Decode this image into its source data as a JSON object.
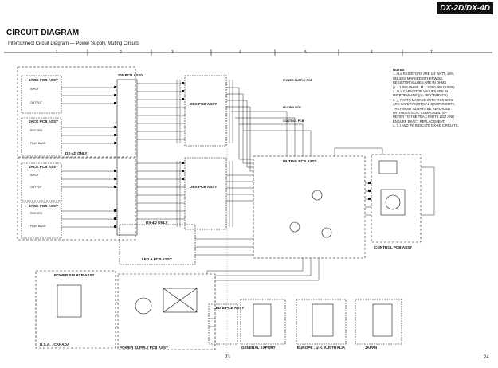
{
  "header": {
    "model": "DX-2D/DX-4D"
  },
  "title": "CIRCUIT DIAGRAM",
  "subtitle": "Interconnect Circuit Diagram — Power Supply, Muting Circuits",
  "column_numbers": [
    "1",
    "2",
    "3",
    "4",
    "5",
    "6",
    "7"
  ],
  "notes": {
    "heading": "NOTES",
    "items": [
      "1. ALL RESISTORS ARE 1/4 WATT, ±5%,",
      "   UNLESS MARKED OTHERWISE.",
      "   RESISTOR VALUES ARE IN OHMS",
      "   (k = 1,000 OHMS, M = 1,000,000 OHMS).",
      "2. ALL CAPACITOR VALUES ARE IN",
      "   MICROFARADS (p = PICOFARADS).",
      "3. △ PARTS MARKED WITH THIS SIGN",
      "   ARE SAFETY CRITICAL COMPONENTS.",
      "   THEY MUST ALWAYS BE REPLACED",
      "   WITH IDENTICAL COMPONENTS –",
      "   REFER TO THE TEAC PARTS LIST AND",
      "   ENSURE EXACT REPLACEMENT.",
      "4. (L) AND (R) INDICATE DX-2D CIRCUITS."
    ]
  },
  "blocks": {
    "jack_1": "JACK PCB ASSY",
    "jack_2": "JACK PCB ASSY",
    "jack_3": "JACK PCB ASSY",
    "jack_4": "JACK PCB ASSY",
    "sw_pcb": "SW PCB ASSY",
    "dbx_1": "DBX PCB ASSY",
    "dbx_2": "DBX PCB ASSY",
    "muting": "MUTING PCB ASSY",
    "control": "CONTROL PCB ASSY",
    "led_a": "LED A  PCB ASSY",
    "led_b": "LED B PCB ASSY",
    "power_sw": "POWER SW PCB ASSY",
    "power_supply": "POWER SUPPLY PCB ASSY",
    "dx4d_only_1": "DX-4D ONLY",
    "dx4d_only_2": "DX-4D ONLY",
    "general_export": "GENERAL EXPORT",
    "europe": "EUROPE , U.K. AUSTRALIA",
    "japan": "JAPAN",
    "usa_canada": "U.S.A. , CANADA",
    "power_supply_pcb_table": "POWER SUPPLY PCB",
    "muting_pcb_table": "MUTING PCB",
    "control_pcb_table": "CONTROL PCB"
  },
  "jack_labels": {
    "input": "INPUT",
    "output": "OUTPUT",
    "record": "RECORD",
    "playback": "PLAY BACK"
  },
  "page_numbers": {
    "left": "23",
    "right": "24"
  }
}
